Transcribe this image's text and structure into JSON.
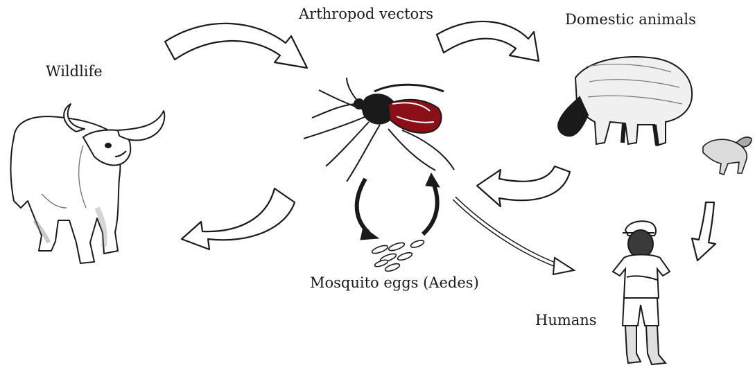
{
  "diagram": {
    "labels": {
      "arthropod_vectors": "Arthropod vectors",
      "domestic_animals": "Domestic animals",
      "wildlife": "Wildlife",
      "mosquito_eggs": "Mosquito eggs (Aedes)",
      "humans": "Humans"
    },
    "icons": {
      "buffalo": "buffalo-icon",
      "mosquito": "mosquito-icon",
      "sheep": "sheep-icon",
      "lamb": "lamb-icon",
      "human": "human-icon",
      "eggs": "mosquito-eggs-icon"
    },
    "colors": {
      "ink": "#1a1a1a",
      "mosquito_abdomen": "#8b0f16",
      "arrow_fill": "#ffffff",
      "shade": "#9a9a9a"
    }
  }
}
